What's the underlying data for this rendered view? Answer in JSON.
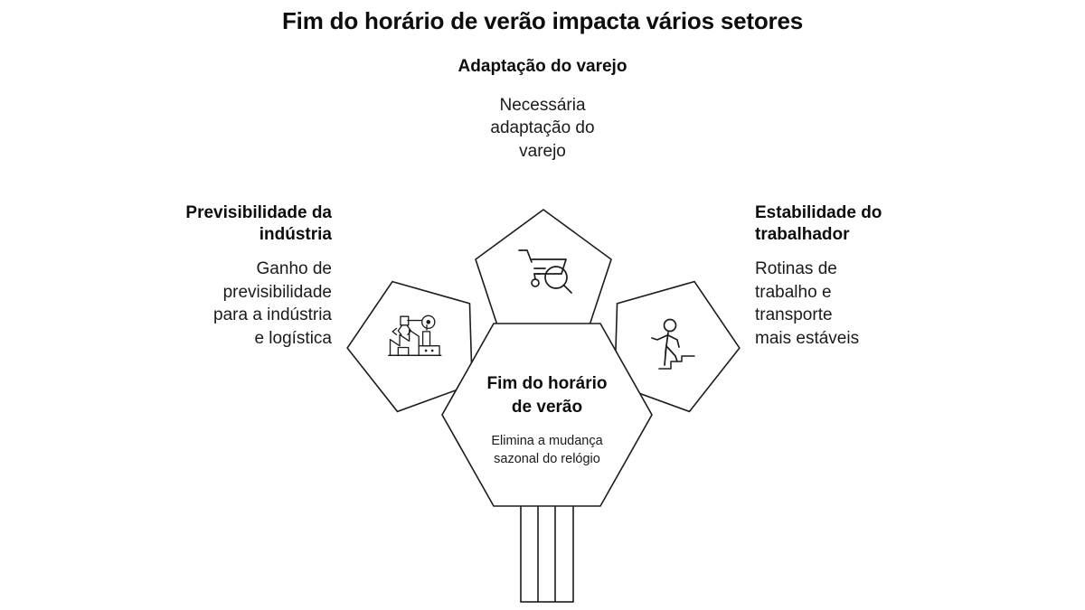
{
  "title": "Fim do horário de verão impacta vários setores",
  "center": {
    "name": "center-hexagon",
    "heading_line1": "Fim do horário",
    "heading_line2": "de verão",
    "sub_line1": "Elimina a mudança",
    "sub_line2": "sazonal do relógio"
  },
  "petals": [
    {
      "id": "top",
      "icon": "shopping-cart-search-icon",
      "label_heading": "Adaptação do varejo",
      "label_body": "Necessária\nadaptação do\nvarejo"
    },
    {
      "id": "left",
      "icon": "factory-robot-arm-icon",
      "label_heading": "Previsibilidade da indústria",
      "label_body": "Ganho de\nprevisibilidade\npara a indústria\ne logística"
    },
    {
      "id": "right",
      "icon": "person-walking-stairs-icon",
      "label_heading": "Estabilidade do trabalhador",
      "label_body": "Rotinas de\ntrabalho e\ntransporte\nmais estáveis"
    }
  ],
  "colors": {
    "background": "#ffffff",
    "stroke": "#1c1c1c",
    "text": "#0d0d0d"
  },
  "chart_data": {
    "type": "diagram",
    "diagram_style": "flower-petal",
    "title": "Fim do horário de verão impacta vários setores",
    "center_node": "Fim do horário de verão",
    "center_description": "Elimina a mudança sazonal do relógio",
    "nodes": [
      {
        "name": "Adaptação do varejo",
        "description": "Necessária adaptação do varejo",
        "icon": "shopping-cart-search-icon",
        "position": "top"
      },
      {
        "name": "Previsibilidade da indústria",
        "description": "Ganho de previsibilidade para a indústria e logística",
        "icon": "factory-robot-arm-icon",
        "position": "left"
      },
      {
        "name": "Estabilidade do trabalhador",
        "description": "Rotinas de trabalho e transporte mais estáveis",
        "icon": "person-walking-stairs-icon",
        "position": "right"
      }
    ]
  }
}
